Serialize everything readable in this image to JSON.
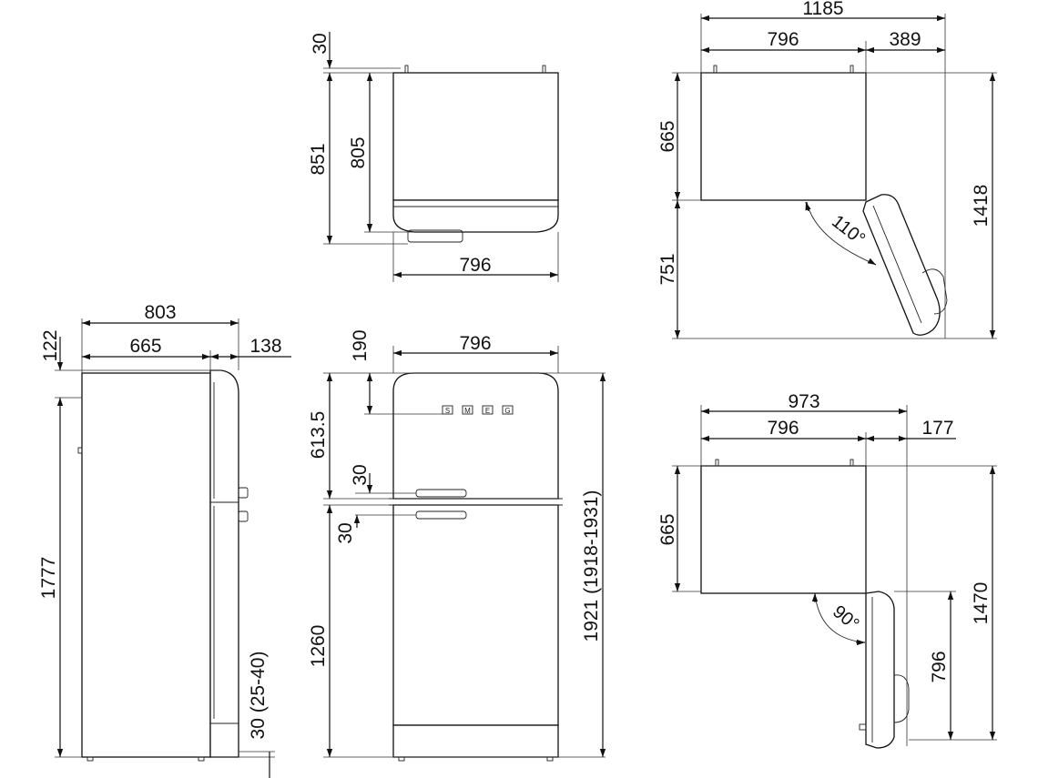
{
  "views": {
    "top": {
      "depth_total": "851",
      "depth_body": "805",
      "top_clearance": "30",
      "width": "796"
    },
    "side": {
      "width_total": "803",
      "depth_body": "665",
      "door_depth": "138",
      "top_offset": "122",
      "height": "1777",
      "feet": "30 (25-40)"
    },
    "front": {
      "width": "796",
      "top_band": "190",
      "freezer_door": "613.5",
      "gap_upper": "30",
      "gap_lower": "30",
      "fridge_door": "1260",
      "height_total": "1921 (1918-1931)",
      "logo": [
        "S",
        "M",
        "E",
        "G"
      ]
    },
    "open110": {
      "width_total": "1185",
      "width_body": "796",
      "door_extra": "389",
      "depth_body": "665",
      "door_swing": "751",
      "depth_total": "1418",
      "angle": "110°"
    },
    "open90": {
      "width_total": "973",
      "width_body": "796",
      "door_extra": "177",
      "depth_body": "665",
      "door_swing": "796",
      "depth_total": "1470",
      "angle": "90°"
    }
  }
}
